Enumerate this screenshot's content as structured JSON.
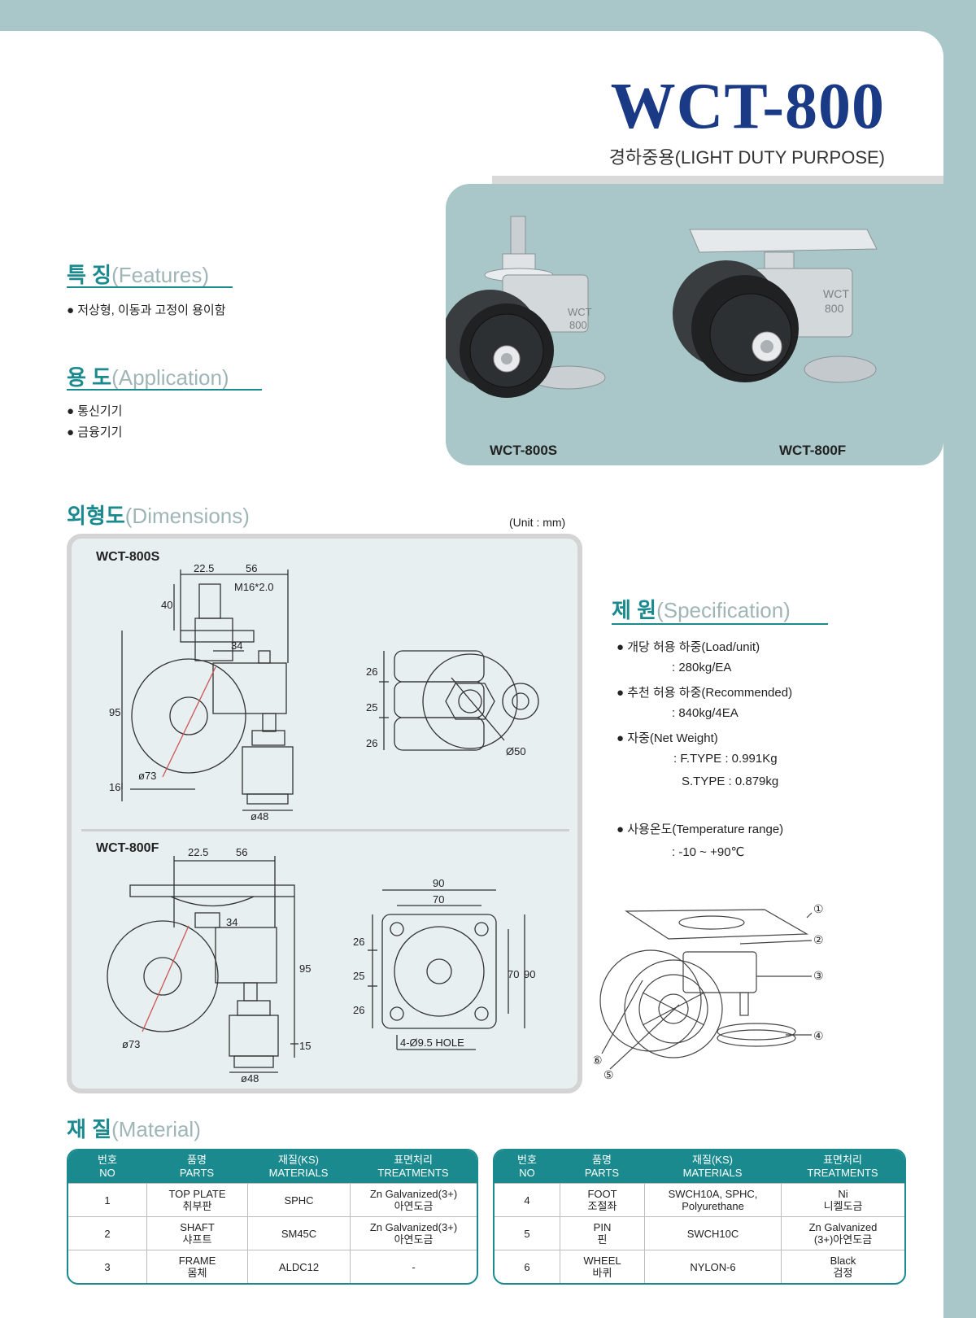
{
  "header": {
    "title": "WCT-800",
    "subtitle": "경하중용(LIGHT DUTY PURPOSE)"
  },
  "products": [
    {
      "label": "WCT-800S"
    },
    {
      "label": "WCT-800F"
    }
  ],
  "features": {
    "title_ko": "특 징",
    "title_en": "(Features)",
    "items": [
      "저상형, 이동과 고정이 용이함"
    ]
  },
  "application": {
    "title_ko": "용 도",
    "title_en": "(Application)",
    "items": [
      "통신기기",
      "금융기기"
    ]
  },
  "dimensions": {
    "title_ko": "외형도",
    "title_en": "(Dimensions)",
    "unit": "(Unit : mm)",
    "s": {
      "label": "WCT-800S",
      "d1": "22.5",
      "d2": "56",
      "thread": "M16*2.0",
      "h1": "40",
      "w1": "34",
      "height": "95",
      "dia": "ø73",
      "foot": "16",
      "base": "ø48",
      "t1": "26",
      "t2": "25",
      "t3": "26",
      "circle": "Ø50"
    },
    "f": {
      "label": "WCT-800F",
      "d1": "22.5",
      "d2": "56",
      "w1": "34",
      "height": "95",
      "dia": "ø73",
      "foot": "15",
      "base": "ø48",
      "p1": "90",
      "p2": "70",
      "t1": "26",
      "t2": "25",
      "t3": "26",
      "side1": "70",
      "side2": "90",
      "hole": "4-Ø9.5 HOLE"
    }
  },
  "specification": {
    "title_ko": "제 원",
    "title_en": "(Specification)",
    "load_label": "개당 허용 하중(Load/unit)",
    "load_value": ": 280kg/EA",
    "rec_label": "추천 허용 하중(Recommended)",
    "rec_value": ": 840kg/4EA",
    "weight_label": "자중(Net Weight)",
    "weight_f": ": F.TYPE : 0.991Kg",
    "weight_s": "S.TYPE : 0.879kg",
    "temp_label": "사용온도(Temperature range)",
    "temp_value": ": -10 ~ +90℃"
  },
  "callouts": [
    "①",
    "②",
    "③",
    "④",
    "⑤",
    "⑥"
  ],
  "material": {
    "title_ko": "재 질",
    "title_en": "(Material)",
    "headers": [
      [
        "번호",
        "NO"
      ],
      [
        "품명",
        "PARTS"
      ],
      [
        "재질(KS)",
        "MATERIALS"
      ],
      [
        "표면처리",
        "TREATMENTS"
      ]
    ],
    "left": [
      {
        "no": "1",
        "part_en": "TOP PLATE",
        "part_ko": "취부판",
        "mat": "SPHC",
        "mat2": "",
        "tr1": "Zn Galvanized(3+)",
        "tr2": "아연도금"
      },
      {
        "no": "2",
        "part_en": "SHAFT",
        "part_ko": "샤프트",
        "mat": "SM45C",
        "mat2": "",
        "tr1": "Zn Galvanized(3+)",
        "tr2": "아연도금"
      },
      {
        "no": "3",
        "part_en": "FRAME",
        "part_ko": "몸체",
        "mat": "ALDC12",
        "mat2": "",
        "tr1": "-",
        "tr2": ""
      }
    ],
    "right": [
      {
        "no": "4",
        "part_en": "FOOT",
        "part_ko": "조절좌",
        "mat": "SWCH10A, SPHC,",
        "mat2": "Polyurethane",
        "tr1": "Ni",
        "tr2": "니켈도금"
      },
      {
        "no": "5",
        "part_en": "PIN",
        "part_ko": "핀",
        "mat": "SWCH10C",
        "mat2": "",
        "tr1": "Zn Galvanized",
        "tr2": "(3+)아연도금"
      },
      {
        "no": "6",
        "part_en": "WHEEL",
        "part_ko": "바퀴",
        "mat": "NYLON-6",
        "mat2": "",
        "tr1": "Black",
        "tr2": "검정"
      }
    ]
  }
}
